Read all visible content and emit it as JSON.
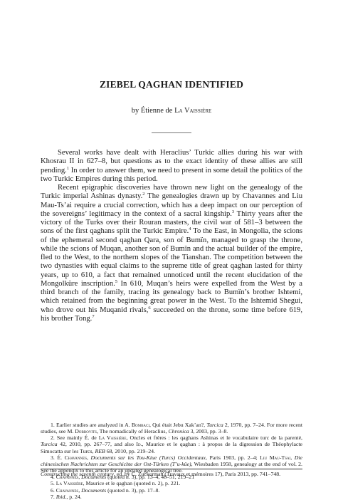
{
  "article": {
    "title": "ZIEBEL QAGHAN IDENTIFIED",
    "byline_prefix": "by Étienne de ",
    "author_surname": "La Vaissière"
  },
  "body": {
    "p1": "Several works have dealt with Heraclius’ Turkic allies during his war with Khosrau II in 627–8, but questions as to the exact identity of these allies are still pending.",
    "p1_n1": "1",
    "p1_b": " In order to answer them, we need to present in some detail the politics of the two Turkic Empires during this period.",
    "p2_a": "Recent epigraphic discoveries have thrown new light on the genealogy of the Turkic imperial Ashinas dynasty.",
    "p2_n2": "2",
    "p2_b": " The genealogies drawn up by Chavannes and Liu Mau-Ts’ai require a crucial correction, which has a deep impact on our perception of the sovereigns’ legitimacy in the context of a sacral kingship.",
    "p2_n3": "3",
    "p2_c": " Thirty years after the victory of the Turks over their Rouran masters, the civil war of 581–3 between the sons of the first qaghans split the Turkic Empire.",
    "p2_n4": "4",
    "p2_d": " To the East, in Mongolia, the scions of the ephemeral second qaghan Qara, son of Bumïn, managed to grasp the throne, while the scions of Muqan, another son of Bumïn and the actual builder of the empire, fled to the West, to the northern slopes of the Tianshan. The competition between the two dynasties with equal claims to the supreme title of great qaghan lasted for thirty years, up to 610, a fact that remained unnoticed until the recent elucidation of the Mongolküre inscription.",
    "p2_n5": "5",
    "p2_e": " In 610, Muqan’s heirs were expelled from the West by a third branch of the family, tracing its genealogy back to Bumïn’s brother Ishtemi, which retained from the beginning great power in the West. To the Ishtemid Shegui, who drove out his Muqanid rivals,",
    "p2_n6": "6",
    "p2_f": " succeeded on the throne, some time before 619, his brother Tong.",
    "p2_n7": "7"
  },
  "footnotes": {
    "n1_a": "1. Earlier studies are analyzed in A. ",
    "n1_sc": "Bombaci",
    "n1_b": ", Qui était Jebu Xak’an?, ",
    "n1_it": "Turcica",
    "n1_c": " 2, 1970, pp. 7–24. For more recent studies, see M. ",
    "n1_sc2": "Dobrovits",
    "n1_d": ", The nomadically of Heraclius, ",
    "n1_it2": "Chronica",
    "n1_e": " 3, 2003, pp. 3–8.",
    "n2_a": "2. See mainly É. de ",
    "n2_sc": "La Vaissière",
    "n2_b": ", Oncles et frères : les qaghans Ashinas et le vocabulaire turc de la parenté, ",
    "n2_it": "Turcica",
    "n2_c": " 42, 2010, pp. 267–77, and also ",
    "n2_sc2": "Id.",
    "n2_d": ", Maurice et le qaghan : à propos de la digression de Théophylacte Simocatta sur les Turcs, ",
    "n2_it2": "REB",
    "n2_e": " 68, 2010, pp. 219–24.",
    "n3_a": "3. É. ",
    "n3_sc": "Chavannes",
    "n3_b": ", ",
    "n3_it": "Documents sur les Tou-Kiue (Turcs) Occidentaux",
    "n3_c": ", Paris 1903, pp. 2–4; ",
    "n3_sc2": "Liu Mau-Tsai",
    "n3_d": ", ",
    "n3_it2": "Die chinesischen Nachrichten zur Geschichte der Ost-Türken (T’u-küe)",
    "n3_e": ", Wiesbaden 1958, genealogy at the end of vol. 2. See the appendix to this article for an updated genealogical tree.",
    "n4_a": "4. ",
    "n4_sc": "Chavannes",
    "n4_b": ", ",
    "n4_it": "Documents",
    "n4_c": " (quoted n. 3), pp. 13–4, 48–51, 219–21",
    "n5_a": "5. ",
    "n5_sc": "La Vaissière",
    "n5_b": ", Maurice et le qaghan (quoted n. 2), p. 221.",
    "n6_a": "6. ",
    "n6_sc": "Chavannes",
    "n6_b": ", ",
    "n6_it": "Documents",
    "n6_c": " (quoted n. 3), pp. 17–8.",
    "n7_a": "7. ",
    "n7_it": "Ibid.",
    "n7_b": ", p. 24."
  },
  "footer": {
    "source_it": "Constructing the seventh century",
    "source_rest": ", ed. by C. Zuckerman (Travaux et mémoires 17), Paris 2013, pp. 741–748."
  }
}
